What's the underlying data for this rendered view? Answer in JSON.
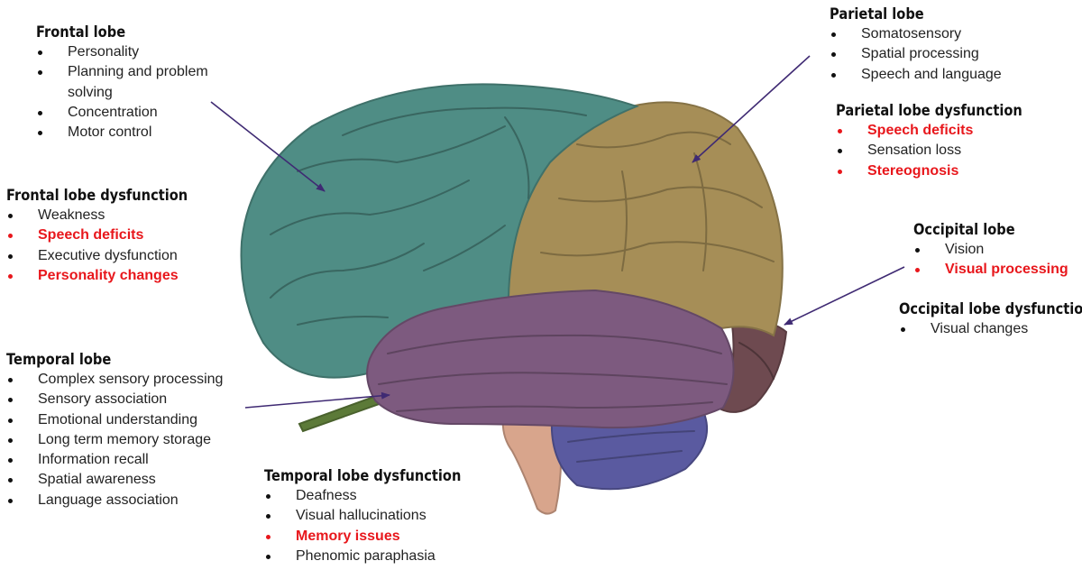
{
  "colors": {
    "frontal": "#4f8d85",
    "parietal": "#a68e57",
    "temporal": "#7d5a7f",
    "occipital": "#6e4a50",
    "cerebellum": "#5a5aa0",
    "stem": "#d8a58c",
    "nerve": "#5c7a38",
    "arrow": "#3f2a73",
    "highlight": "#e8171c"
  },
  "frontal_lobe": {
    "title": "Frontal lobe",
    "items": [
      {
        "text": "Personality",
        "highlight": false
      },
      {
        "text": "Planning and problem solving",
        "highlight": false
      },
      {
        "text": "Concentration",
        "highlight": false
      },
      {
        "text": "Motor control",
        "highlight": false
      }
    ]
  },
  "frontal_dysfunction": {
    "title": "Frontal lobe dysfunction",
    "items": [
      {
        "text": "Weakness",
        "highlight": false
      },
      {
        "text": "Speech deficits",
        "highlight": true
      },
      {
        "text": "Executive dysfunction",
        "highlight": false
      },
      {
        "text": "Personality changes",
        "highlight": true
      }
    ]
  },
  "temporal_lobe": {
    "title": "Temporal lobe",
    "items": [
      {
        "text": "Complex sensory processing",
        "highlight": false
      },
      {
        "text": "Sensory association",
        "highlight": false
      },
      {
        "text": "Emotional understanding",
        "highlight": false
      },
      {
        "text": "Long term memory storage",
        "highlight": false
      },
      {
        "text": "Information recall",
        "highlight": false
      },
      {
        "text": "Spatial awareness",
        "highlight": false
      },
      {
        "text": "Language association",
        "highlight": false
      }
    ]
  },
  "temporal_dysfunction": {
    "title": "Temporal lobe dysfunction",
    "items": [
      {
        "text": "Deafness",
        "highlight": false
      },
      {
        "text": "Visual hallucinations",
        "highlight": false
      },
      {
        "text": "Memory issues",
        "highlight": true
      },
      {
        "text": "Phenomic paraphasia",
        "highlight": false
      }
    ]
  },
  "parietal_lobe": {
    "title": "Parietal lobe",
    "items": [
      {
        "text": "Somatosensory",
        "highlight": false
      },
      {
        "text": "Spatial processing",
        "highlight": false
      },
      {
        "text": "Speech and language",
        "highlight": false
      }
    ]
  },
  "parietal_dysfunction": {
    "title": "Parietal lobe dysfunction",
    "items": [
      {
        "text": "Speech deficits",
        "highlight": true
      },
      {
        "text": "Sensation loss",
        "highlight": false
      },
      {
        "text": "Stereognosis",
        "highlight": true
      }
    ]
  },
  "occipital_lobe": {
    "title": "Occipital lobe",
    "items": [
      {
        "text": "Vision",
        "highlight": false
      },
      {
        "text": "Visual processing",
        "highlight": true
      }
    ]
  },
  "occipital_dysfunction": {
    "title": "Occipital lobe dysfunction",
    "items": [
      {
        "text": "Visual changes",
        "highlight": false
      }
    ]
  }
}
